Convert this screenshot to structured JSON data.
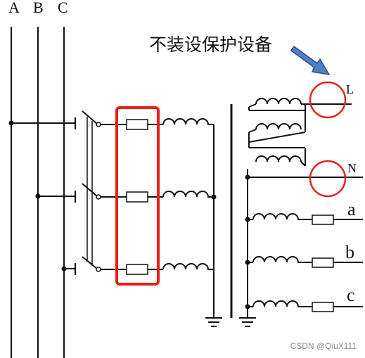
{
  "phases": {
    "a": "A",
    "b": "B",
    "c": "C"
  },
  "annotation": "不装设保护设备",
  "outputs": {
    "L": "L",
    "N": "N",
    "a": "a",
    "b": "b",
    "c": "c"
  },
  "watermark": "CSDN @QiuX111",
  "colors": {
    "line": "#111111",
    "highlight": "#e8201a",
    "arrow": "#4f7fc4",
    "arrow_edge": "#2f4f7f"
  }
}
